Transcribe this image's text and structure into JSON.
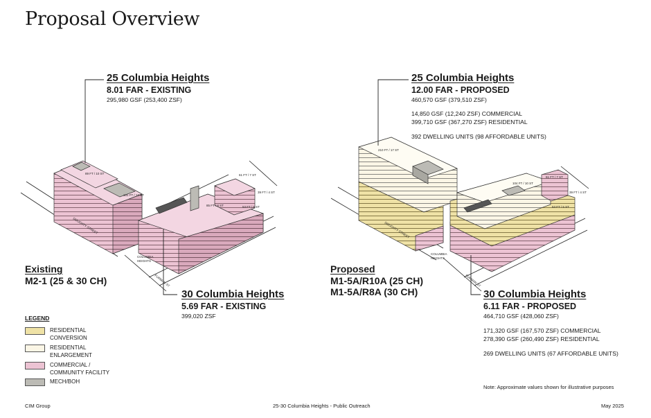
{
  "title": "Proposal Overview",
  "existing": {
    "site_25": {
      "name": "25 Columbia Heights",
      "far": "8.01 FAR - EXISTING",
      "gsf": "295,980 GSF (253,400 ZSF)"
    },
    "site_30": {
      "name": "30 Columbia Heights",
      "far": "5.69 FAR - EXISTING",
      "gsf": "399,020 ZSF"
    },
    "zoning_heading": "Existing",
    "zoning_lines": [
      "M2-1 (25 & 30 CH)"
    ]
  },
  "proposed": {
    "site_25": {
      "name": "25 Columbia Heights",
      "far": "12.00 FAR - PROPOSED",
      "gsf": "460,570 GSF (379,510 ZSF)",
      "commercial": "14,850 GSF (12,240 ZSF) COMMERCIAL",
      "residential": "399,710 GSF (367,270 ZSF) RESIDENTIAL",
      "units": "392 DWELLING UNITS (98 AFFORDABLE UNITS)"
    },
    "site_30": {
      "name": "30 Columbia Heights",
      "far": "6.11 FAR - PROPOSED",
      "gsf": "464,710 GSF (428,060 ZSF)",
      "commercial": "171,320 GSF (167,570 ZSF) COMMERCIAL",
      "residential": "278,390 GSF (260,490 ZSF) RESIDENTIAL",
      "units": "269 DWELLING UNITS (67 AFFORDABLE UNITS)"
    },
    "zoning_heading": "Proposed",
    "zoning_lines": [
      "M1-5A/R10A (25 CH)",
      "M1-5A/R8A (30 CH)"
    ]
  },
  "legend": {
    "heading": "LEGEND",
    "items": [
      {
        "label": "RESIDENTIAL\nCONVERSION",
        "color": "#efe2a6"
      },
      {
        "label": "RESIDENTIAL\nENLARGEMENT",
        "color": "#fbf6e6"
      },
      {
        "label": "COMMERCIAL /\nCOMMUNITY FACILITY",
        "color": "#ecc3d3"
      },
      {
        "label": "MECH/BOH",
        "color": "#bcbbb5"
      }
    ]
  },
  "note": "Note: Approximate values shown for illustrative purposes",
  "footer": {
    "left": "CIM Group",
    "center": "25-30 Columbia Heights - Public Outreach",
    "right": "May 2025"
  },
  "colors": {
    "pink": "#ecc3d3",
    "yellow": "#efe2a6",
    "cream": "#fbf6e6",
    "mech": "#bcbbb5"
  }
}
